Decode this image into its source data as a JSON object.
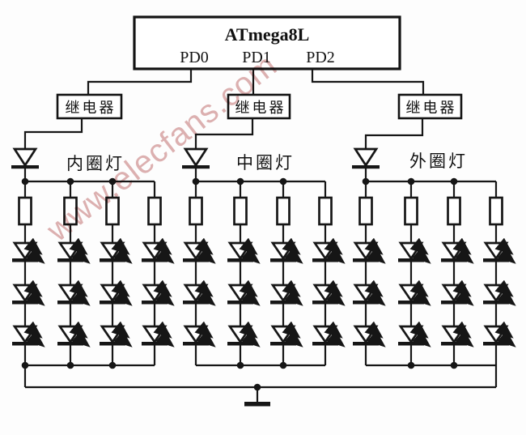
{
  "watermark": "www.elecfans.com",
  "colors": {
    "line": "#161616",
    "watermark_pink": "#d19494",
    "background": "#fdfdfd"
  },
  "mcu": {
    "title": "ATmega8L",
    "pins": [
      "PD0",
      "PD1",
      "PD2"
    ]
  },
  "groups": [
    {
      "pin": "PD0",
      "relay_label": "继电器",
      "label": "内圈灯",
      "columns": 4,
      "leds_per_column": 3
    },
    {
      "pin": "PD1",
      "relay_label": "继电器",
      "label": "中圈灯",
      "columns": 4,
      "leds_per_column": 3
    },
    {
      "pin": "PD2",
      "relay_label": "继电器",
      "label": "外圈灯",
      "columns": 4,
      "leds_per_column": 3
    }
  ],
  "symbols": {
    "diode": "diode-down-icon",
    "led": "led-emitting-icon",
    "resistor": "resistor-icon",
    "junction": "junction-dot",
    "ground": "ground-icon"
  }
}
